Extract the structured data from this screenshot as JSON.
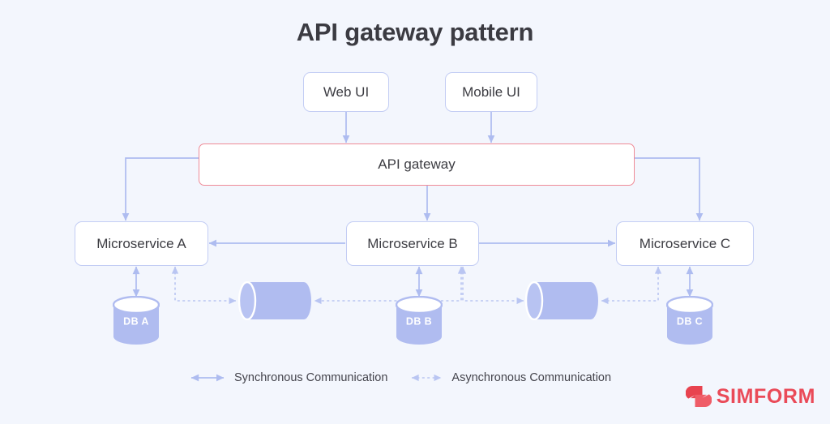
{
  "page": {
    "title": "API gateway pattern",
    "background_color": "#f3f6fd"
  },
  "colors": {
    "line": "#aebcf0",
    "node_border": "#c3cdf4",
    "gateway_border": "#ef8b97",
    "cylinder_fill": "#b0bcf0",
    "cylinder_top": "#ffffff",
    "text": "#3c3c42",
    "brand": "#ea4a58"
  },
  "nodes": {
    "clients": [
      {
        "id": "web-ui",
        "label": "Web UI"
      },
      {
        "id": "mobile-ui",
        "label": "Mobile UI"
      }
    ],
    "gateway": {
      "id": "api-gateway",
      "label": "API gateway"
    },
    "microservices": [
      {
        "id": "microservice-a",
        "label": "Microservice A"
      },
      {
        "id": "microservice-b",
        "label": "Microservice B"
      },
      {
        "id": "microservice-c",
        "label": "Microservice C"
      }
    ],
    "databases": [
      {
        "id": "db-a",
        "label": "DB A"
      },
      {
        "id": "db-b",
        "label": "DB B"
      },
      {
        "id": "db-c",
        "label": "DB C"
      }
    ],
    "queues": [
      {
        "id": "queue-1",
        "label": ""
      },
      {
        "id": "queue-2",
        "label": ""
      }
    ]
  },
  "edges": [
    {
      "from": "web-ui",
      "to": "api-gateway",
      "type": "synchronous",
      "direction": "one-way"
    },
    {
      "from": "mobile-ui",
      "to": "api-gateway",
      "type": "synchronous",
      "direction": "one-way"
    },
    {
      "from": "api-gateway",
      "to": "microservice-a",
      "type": "synchronous",
      "direction": "one-way"
    },
    {
      "from": "api-gateway",
      "to": "microservice-b",
      "type": "synchronous",
      "direction": "one-way"
    },
    {
      "from": "api-gateway",
      "to": "microservice-c",
      "type": "synchronous",
      "direction": "one-way"
    },
    {
      "from": "microservice-b",
      "to": "microservice-a",
      "type": "synchronous",
      "direction": "one-way"
    },
    {
      "from": "microservice-b",
      "to": "microservice-c",
      "type": "synchronous",
      "direction": "one-way"
    },
    {
      "from": "microservice-a",
      "to": "db-a",
      "type": "synchronous",
      "direction": "two-way"
    },
    {
      "from": "microservice-b",
      "to": "db-b",
      "type": "synchronous",
      "direction": "two-way"
    },
    {
      "from": "microservice-c",
      "to": "db-c",
      "type": "synchronous",
      "direction": "two-way"
    },
    {
      "from": "microservice-a",
      "to": "queue-1",
      "type": "asynchronous",
      "direction": "two-way"
    },
    {
      "from": "microservice-b",
      "to": "queue-1",
      "type": "asynchronous",
      "direction": "two-way"
    },
    {
      "from": "microservice-b",
      "to": "queue-2",
      "type": "asynchronous",
      "direction": "two-way"
    },
    {
      "from": "microservice-c",
      "to": "queue-2",
      "type": "asynchronous",
      "direction": "two-way"
    }
  ],
  "legend": {
    "items": [
      {
        "id": "synchronous",
        "label": "Synchronous Communication",
        "style": "solid"
      },
      {
        "id": "asynchronous",
        "label": "Asynchronous Communication",
        "style": "dotted"
      }
    ]
  },
  "branding": {
    "name": "SIMFORM",
    "mark": "simform-logo-icon"
  }
}
